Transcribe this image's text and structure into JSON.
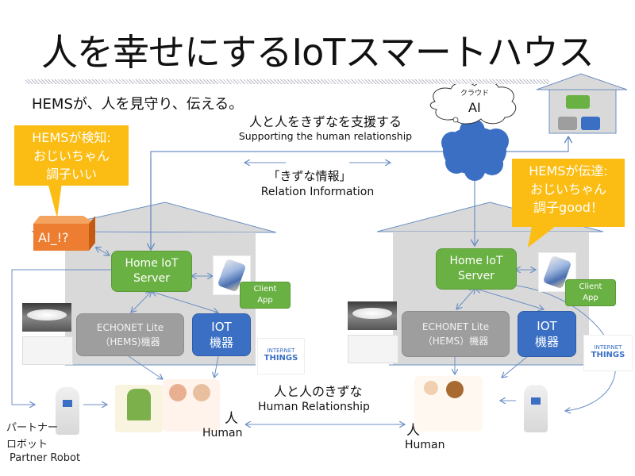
{
  "title": "人を幸せにするIoTスマートハウス",
  "subtitle": "HEMSが、人を見守り、伝える。",
  "support": {
    "jp": "人と人をきずなを支援する",
    "en": "Supporting the human relationship"
  },
  "kizuna_info": {
    "jp": "「きずな情報」",
    "en": "Relation Information"
  },
  "cloud": {
    "label_small": "クラウド",
    "label": "AI"
  },
  "left_bubble": {
    "line1": "HEMSが検知:",
    "line2": "おじいちゃん",
    "line3": "調子いい"
  },
  "right_bubble": {
    "line1": "HEMSが伝達:",
    "line2": "おじいちゃん",
    "line3": "調子good！"
  },
  "ai_box": "AI_!?",
  "left_house": {
    "server_line1": "Home IoT",
    "server_line2": "Server",
    "client_line1": "Client",
    "client_line2": "App",
    "echonet_line1": "ECHONET Lite",
    "echonet_line2": "（HEMS)機器",
    "iot_line1": "IOT",
    "iot_line2": "機器"
  },
  "right_house": {
    "server_line1": "Home IoT",
    "server_line2": "Server",
    "client_line1": "Client",
    "client_line2": "App",
    "echonet_line1": "ECHONET Lite",
    "echonet_line2": "（HEMS）機器",
    "iot_line1": "IOT",
    "iot_line2": "機器"
  },
  "iot_image": {
    "line1": "INTERNET",
    "line2": "THINGS"
  },
  "relationship": {
    "jp": "人と人のきずな",
    "en": "Human Relationship"
  },
  "left_human": {
    "jp": "人",
    "en": "Human"
  },
  "right_human": {
    "jp": "人",
    "en": "Human"
  },
  "robot": {
    "jp_line1": "パートナー",
    "jp_line2": "ロボット",
    "en": "Partner Robot"
  },
  "colors": {
    "bubble": "#fbbd13",
    "server": "#6ab143",
    "echonet": "#9e9e9e",
    "iot": "#3a6fc4",
    "ai_box": "#ed7d31",
    "cloud": "#3a6fc4",
    "house": "#d9d9d9",
    "line": "#6b8fc4"
  }
}
